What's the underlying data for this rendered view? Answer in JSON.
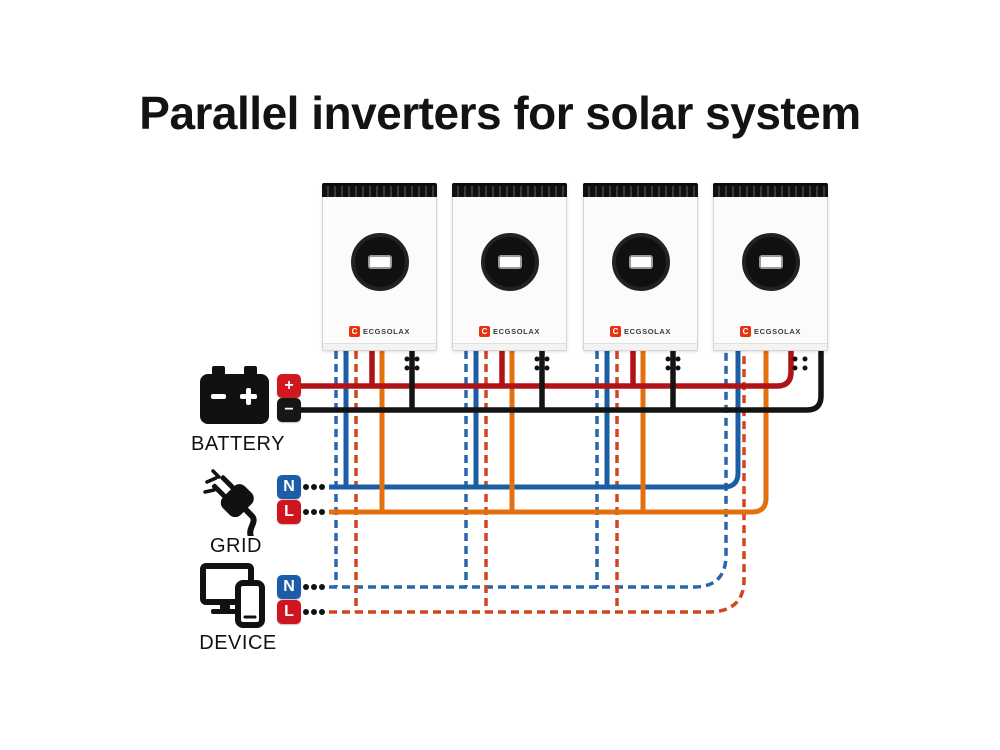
{
  "title": "Parallel inverters for solar system",
  "inverters": [
    {
      "brand": "ECGSOLAX"
    },
    {
      "brand": "ECGSOLAX"
    },
    {
      "brand": "ECGSOLAX"
    },
    {
      "brand": "ECGSOLAX"
    }
  ],
  "logo_glyph": "C",
  "battery": {
    "label": "BATTERY",
    "plus_badge": "+",
    "minus_badge": "−"
  },
  "grid": {
    "label": "GRID",
    "n_badge": "N",
    "l_badge": "L"
  },
  "device": {
    "label": "DEVICE",
    "n_badge": "N",
    "l_badge": "L"
  },
  "colors": {
    "battery_positive_wire": "#b01217",
    "battery_negative_wire": "#141414",
    "grid_neutral_wire": "#1b5ea6",
    "grid_live_wire": "#e2700f",
    "device_neutral_wire_dashed": "#2a66ab",
    "device_live_wire_dashed": "#d1451f",
    "badge_plus": "#d11820",
    "badge_minus": "#161616",
    "badge_neutral": "#1d5ca8",
    "badge_live": "#cf1620",
    "logo_red": "#e63312"
  }
}
